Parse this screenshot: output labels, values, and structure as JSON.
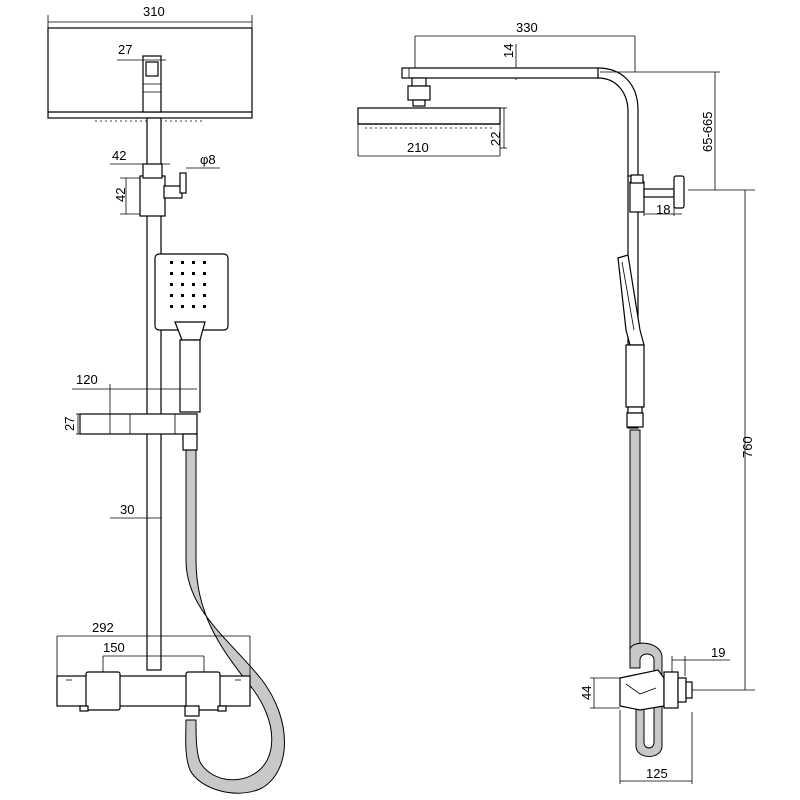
{
  "colors": {
    "line": "#000000",
    "hose": "#c8c8c8",
    "background": "#ffffff"
  },
  "dimensions": {
    "front": {
      "head_width": "310",
      "arm_width": "27",
      "diverter_width": "42",
      "diverter_height": "42",
      "knob_diameter": "φ8",
      "holder_width": "120",
      "holder_height": "27",
      "rail_diameter": "30",
      "mixer_width": "292",
      "mixer_centres": "150"
    },
    "side": {
      "projection": "330",
      "arm_thickness": "14",
      "head_thickness": "22",
      "head_depth": "210",
      "head_height_range": "65-665",
      "knob_depth": "18",
      "wall_centres": "760",
      "wall_fitting": "19",
      "mixer_height": "44",
      "mixer_depth": "125"
    }
  }
}
